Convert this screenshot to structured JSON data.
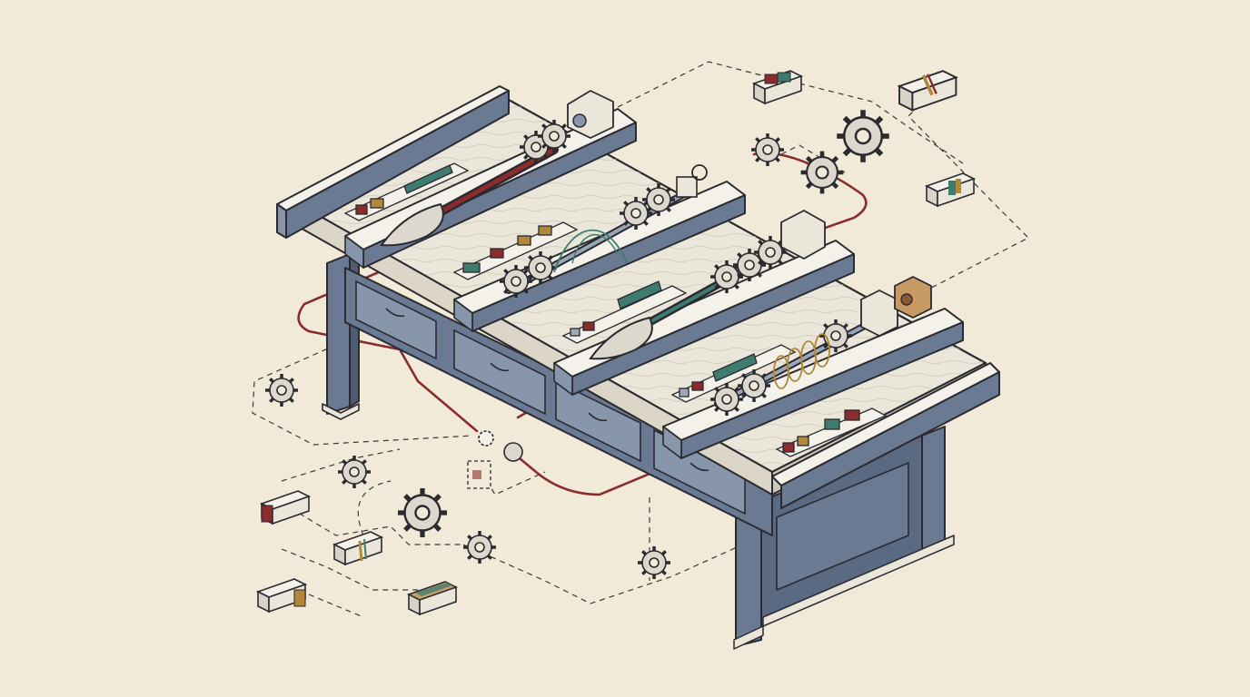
{
  "colors": {
    "paper": "#f2ead8",
    "ink": "#2a2a30",
    "wood_top": "#ebe6da",
    "wood_side": "#6a7a92",
    "wood_dark": "#4e5d74",
    "rail": "#8896ab",
    "red_wire": "#8c2b2b",
    "teal": "#3f7c70",
    "mustard": "#b2873a",
    "brown": "#8a5a33",
    "dashed": "#3a3a3a"
  },
  "parts": {
    "spindles": [
      "brush-spindle-1",
      "gear-spindle-2",
      "brush-spindle-3",
      "coil-spindle-4"
    ],
    "loose_gears": 9,
    "loose_blocks": 7
  }
}
